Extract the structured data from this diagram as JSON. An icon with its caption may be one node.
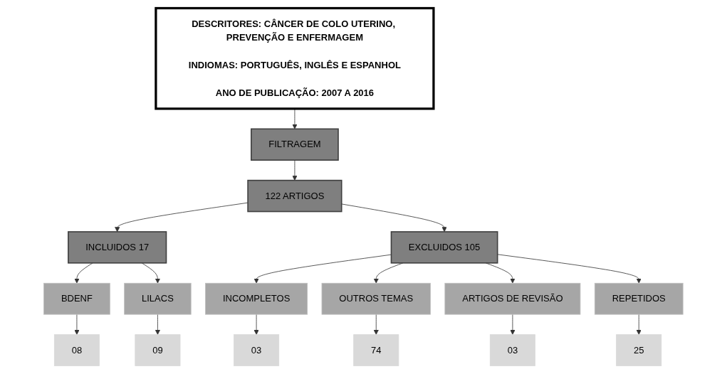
{
  "diagram": {
    "nodes": [
      {
        "text": [
          "DESCRITORES: CÂNCER DE COLO UTERINO, PREVENÇÃO E ENFERMAGEM",
          "INDIOMAS: PORTUGUÊS, INGLÊS E ESPANHOL",
          "ANO DE PUBLICAÇÃO: 2007 A 2016"
        ]
      },
      {
        "text": [
          "FILTRAGEM"
        ]
      },
      {
        "text": [
          "122 ARTIGOS"
        ]
      },
      {
        "text": [
          "INCLUIDOS 17"
        ]
      },
      {
        "text": [
          "EXCLUIDOS 105"
        ]
      },
      {
        "text": [
          "BDENF"
        ]
      },
      {
        "text": [
          "LILACS"
        ]
      },
      {
        "text": [
          "INCOMPLETOS"
        ]
      },
      {
        "text": [
          "OUTROS TEMAS"
        ]
      },
      {
        "text": [
          "ARTIGOS DE REVISÃO"
        ]
      },
      {
        "text": [
          "REPETIDOS"
        ]
      },
      {
        "text": [
          "08"
        ]
      },
      {
        "text": [
          "09"
        ]
      },
      {
        "text": [
          "03"
        ]
      },
      {
        "text": [
          "74"
        ]
      },
      {
        "text": [
          "03"
        ]
      },
      {
        "text": [
          "25"
        ]
      }
    ],
    "edges": [
      {
        "from": 0,
        "to": 1,
        "arrow": "to"
      },
      {
        "from": 1,
        "to": 2,
        "arrow": "to"
      },
      {
        "from": 2,
        "to": 3,
        "arrow": "to"
      },
      {
        "from": 2,
        "to": 4,
        "arrow": "to"
      },
      {
        "from": 3,
        "to": 5,
        "arrow": "to"
      },
      {
        "from": 3,
        "to": 6,
        "arrow": "to"
      },
      {
        "from": 4,
        "to": 7,
        "arrow": "to"
      },
      {
        "from": 4,
        "to": 8,
        "arrow": "to"
      },
      {
        "from": 4,
        "to": 9,
        "arrow": "to"
      },
      {
        "from": 4,
        "to": 10,
        "arrow": "to"
      },
      {
        "from": 5,
        "to": 11,
        "arrow": "to"
      },
      {
        "from": 6,
        "to": 12,
        "arrow": "to"
      },
      {
        "from": 7,
        "to": 13,
        "arrow": "to"
      },
      {
        "from": 8,
        "to": 14,
        "arrow": "to"
      },
      {
        "from": 9,
        "to": 15,
        "arrow": "to"
      },
      {
        "from": 10,
        "to": 16,
        "arrow": "to"
      }
    ]
  }
}
